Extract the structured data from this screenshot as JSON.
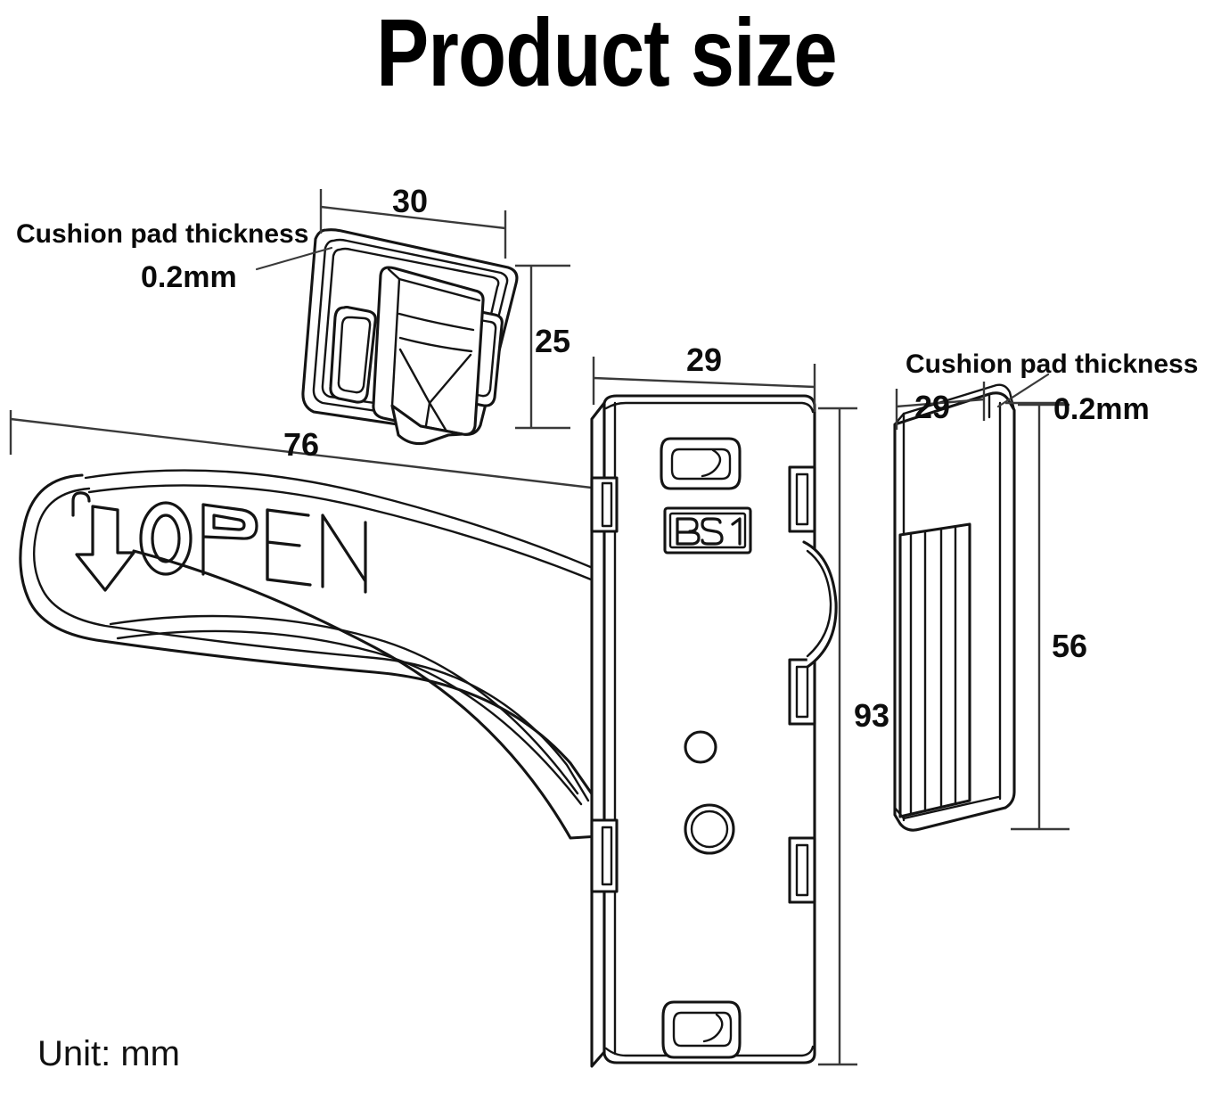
{
  "page": {
    "title": "Product size",
    "unit_note": "Unit: mm",
    "background": "#ffffff",
    "line_color": "#1a1a1a"
  },
  "labels": {
    "cushion_left_line1": "Cushion pad thickness",
    "cushion_left_line2": "0.2mm",
    "cushion_right_line1": "Cushion pad thickness",
    "cushion_right_line2": "0.2mm"
  },
  "dimensions": {
    "bracket_width": "30",
    "bracket_height": "25",
    "handle_length": "76",
    "body_width": "29",
    "body_height": "93",
    "clip_width": "29",
    "clip_height": "56"
  },
  "part_markings": {
    "handle_text": "OPEN",
    "handle_arrow": "down-arrow",
    "body_stamp": "BS  1"
  },
  "parts": [
    {
      "name": "cushion-bracket",
      "dims": [
        "30",
        "25"
      ]
    },
    {
      "name": "open-handle-latch",
      "dims": [
        "76",
        "29",
        "93"
      ],
      "stamp": "BS  1",
      "text": "OPEN"
    },
    {
      "name": "cushion-clip",
      "dims": [
        "29",
        "56"
      ]
    }
  ]
}
